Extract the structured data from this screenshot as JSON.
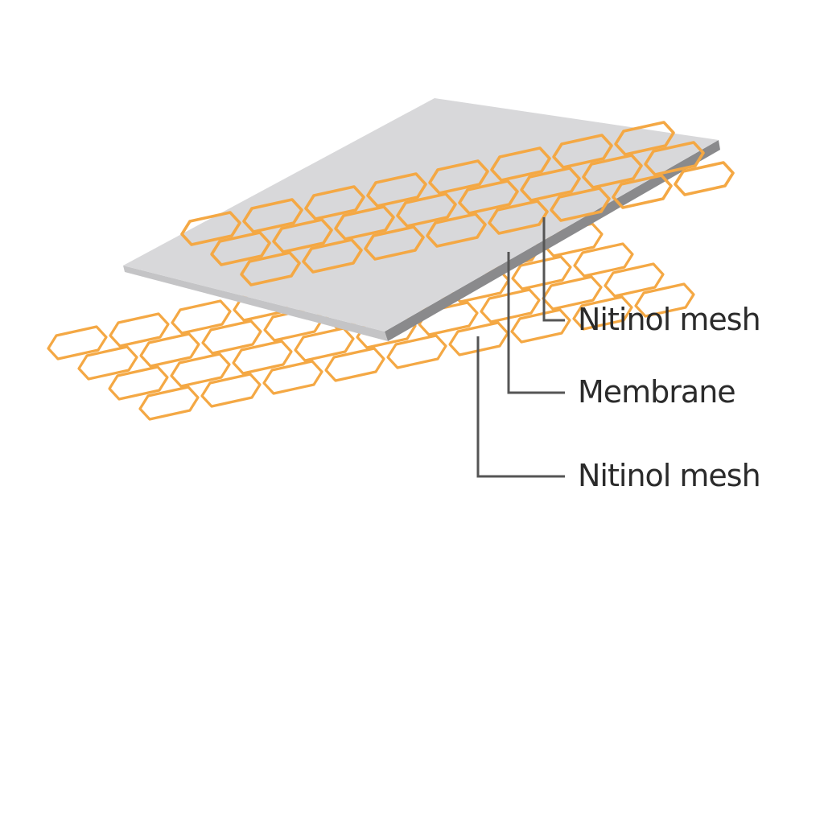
{
  "labels": {
    "top_mesh": "Nitinol mesh",
    "membrane": "Membrane",
    "bottom_mesh": "Nitinol mesh"
  },
  "colors": {
    "mesh": "#f4a844",
    "membrane_face": "#d8d8da",
    "membrane_edge": "#8a8a8c",
    "cell_fill": "#d3d5d8",
    "leader": "#555555",
    "text": "#2b2b2b"
  }
}
